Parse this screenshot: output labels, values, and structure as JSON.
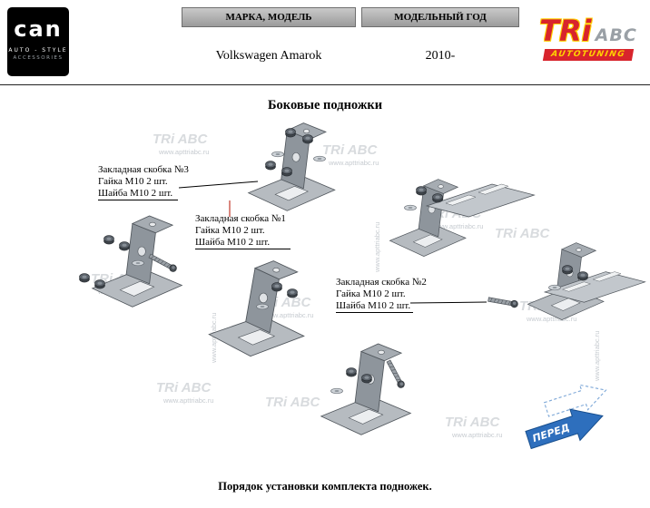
{
  "header": {
    "columns": [
      {
        "label": "МАРКА, МОДЕЛЬ",
        "value": "Volkswagen Amarok"
      },
      {
        "label": "МОДЕЛЬНЫЙ ГОД",
        "value": "2010-"
      }
    ],
    "can_logo": {
      "name": "can",
      "tagline1": "AUTO - STYLE",
      "tagline2": "ACCESSORIES"
    },
    "tri_logo": {
      "tri": "TRi",
      "abc": "ABC",
      "banner": "AUTOTUNING"
    }
  },
  "title": "Боковые подножки",
  "callouts": [
    {
      "part": "Закладная скобка №3",
      "nut": "Гайка М10 2 шт.",
      "washer": "Шайба М10 2 шт."
    },
    {
      "part": "Закладная скобка №1",
      "nut": "Гайка М10 2 шт.",
      "washer": "Шайба М10 2 шт."
    },
    {
      "part": "Закладная скобка №2",
      "nut": "Гайка М10 2 шт.",
      "washer": "Шайба М10 2 шт."
    }
  ],
  "direction_arrow": {
    "label": "ПЕРЕД"
  },
  "footer": "Порядок установки комплекта подножек.",
  "watermark": {
    "logo": "TRi ABC",
    "url": "www.apttriabc.ru"
  },
  "colors": {
    "accent_red": "#d8242c",
    "accent_yellow": "#ffd200",
    "arrow_blue": "#2e6fbd",
    "metal_gray": "#9aa0a6",
    "bar_gray": "#a8a8a8"
  }
}
